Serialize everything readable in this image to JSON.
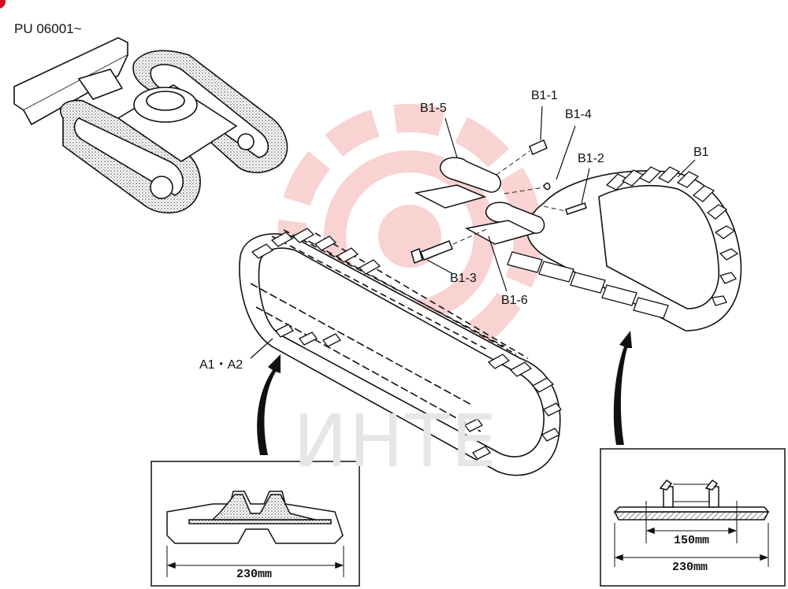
{
  "header": {
    "code": "PU 06001~"
  },
  "callouts": {
    "b1_5": "B1-5",
    "b1_1": "B1-1",
    "b1_4": "B1-4",
    "b1_2": "B1-2",
    "b1": "B1",
    "b1_3": "B1-3",
    "b1_6": "B1-6",
    "a1_a2": "A1・A2"
  },
  "rubber_track_section": {
    "width_label": "230mm"
  },
  "steel_track_section": {
    "inner_label": "150mm",
    "outer_label": "230mm"
  },
  "watermark": {
    "text": "ИНТЕ"
  },
  "colors": {
    "watermark": "#f4b6b6",
    "ink": "#1a1a1a",
    "badge": "#d01020"
  }
}
